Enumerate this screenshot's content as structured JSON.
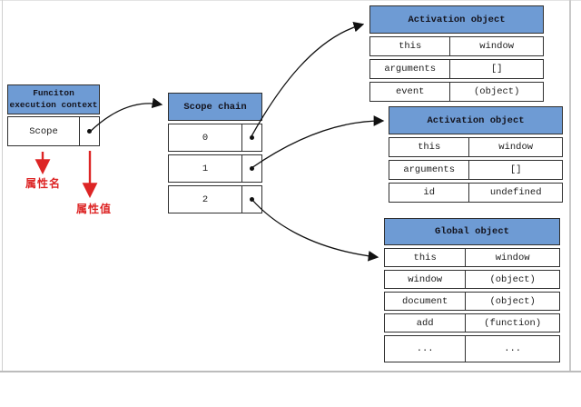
{
  "function_context_box": {
    "title_line1": "Funciton",
    "title_line2": "execution context",
    "property_name": "Scope"
  },
  "scope_chain_table": {
    "title": "Scope chain",
    "items": [
      "0",
      "1",
      "2"
    ]
  },
  "activation_object_top": {
    "title": "Activation object",
    "rows": [
      {
        "key": "this",
        "value": "window"
      },
      {
        "key": "arguments",
        "value": "[]"
      },
      {
        "key": "event",
        "value": "(object)"
      }
    ]
  },
  "activation_object_middle": {
    "title": "Activation object",
    "rows": [
      {
        "key": "this",
        "value": "window"
      },
      {
        "key": "arguments",
        "value": "[]"
      },
      {
        "key": "id",
        "value": "undefined"
      }
    ]
  },
  "global_object": {
    "title": "Global object",
    "rows": [
      {
        "key": "this",
        "value": "window"
      },
      {
        "key": "window",
        "value": "(object)"
      },
      {
        "key": "document",
        "value": "(object)"
      },
      {
        "key": "add",
        "value": "(function)"
      },
      {
        "key": "...",
        "value": "..."
      }
    ]
  },
  "annotations": {
    "attribute_name_label": "属性名",
    "attribute_value_label": "属性值"
  },
  "colors": {
    "header_blue": "#6E9BD4",
    "annotation_red": "#DD2525",
    "table_border": "#2F2F2F",
    "arrow_black": "#111111"
  },
  "icons": {
    "pointer_dot": "filled-circle",
    "arrowhead": "triangle-right"
  }
}
